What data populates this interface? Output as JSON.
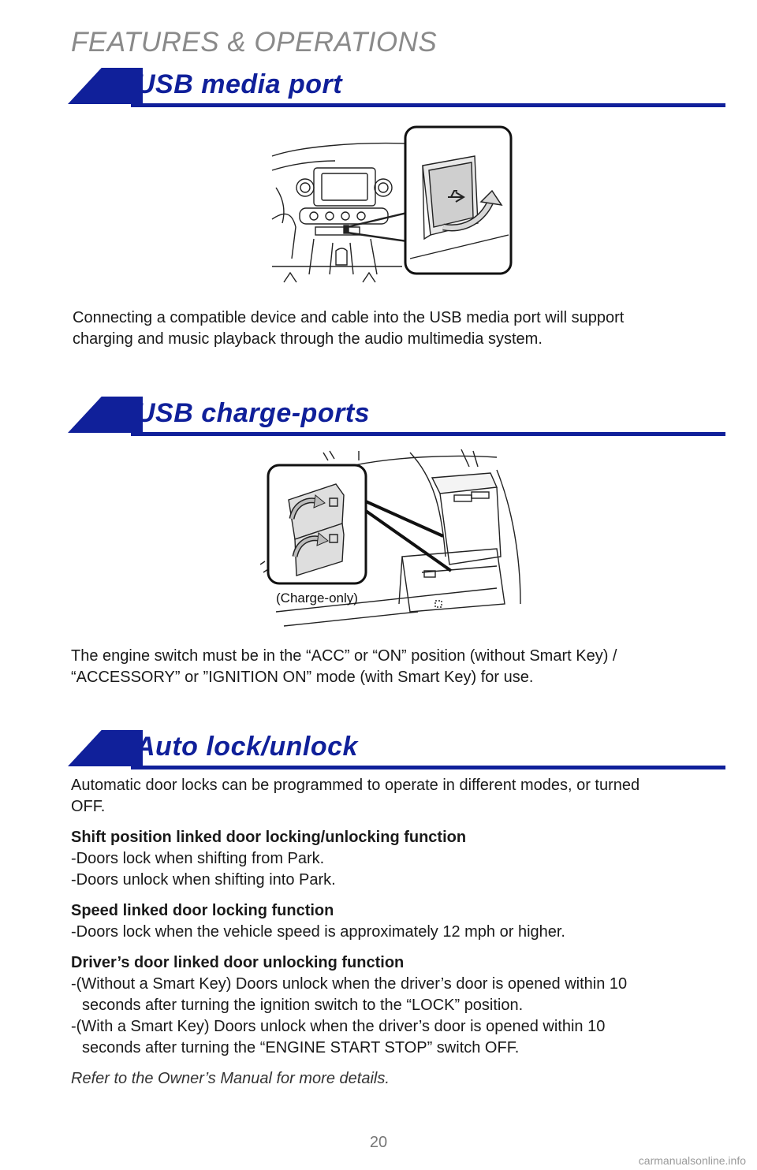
{
  "header": {
    "title": "FEATURES & OPERATIONS"
  },
  "sections": {
    "usb_media": {
      "title": "USB media port",
      "text": "Connecting a compatible device and cable into the USB media port will support charging and music playback through the audio multimedia system.",
      "text_lines": [
        "Connecting a compatible device and cable into the USB media port will support",
        "charging and music playback through the audio multimedia system."
      ]
    },
    "usb_charge": {
      "title": "USB charge-ports",
      "figure_label": "(Charge-only)",
      "text_lines": [
        "The engine switch must be in the “ACC” or “ON” position (without Smart Key) /",
        "“ACCESSORY” or ”IGNITION ON” mode (with Smart Key) for use."
      ]
    },
    "auto_lock": {
      "title": "Auto lock/unlock",
      "intro_lines": [
        "Automatic door locks can be programmed to operate in different modes, or turned",
        "OFF."
      ],
      "functions": [
        {
          "heading": "Shift position linked door locking/unlocking function",
          "lines": [
            "-Doors lock when shifting from Park.",
            "-Doors unlock when shifting into Park."
          ]
        },
        {
          "heading": "Speed linked door locking function",
          "lines": [
            "-Doors lock when the vehicle speed is approximately 12 mph or higher."
          ]
        },
        {
          "heading": "Driver’s door linked door unlocking function",
          "lines": [
            "-(Without a Smart Key) Doors unlock when the driver’s door is opened within 10",
            "seconds after turning the ignition switch to the “LOCK” position.",
            "-(With a Smart Key) Doors unlock when the driver’s door is opened within 10",
            "seconds after turning the “ENGINE START STOP” switch OFF."
          ]
        }
      ],
      "note": "Refer to the Owner’s Manual for more details."
    }
  },
  "footer": {
    "page_number": "20",
    "watermark": "carmanualsonline.info"
  },
  "colors": {
    "accent": "#10209a",
    "header_gray": "#8a8a8a"
  }
}
